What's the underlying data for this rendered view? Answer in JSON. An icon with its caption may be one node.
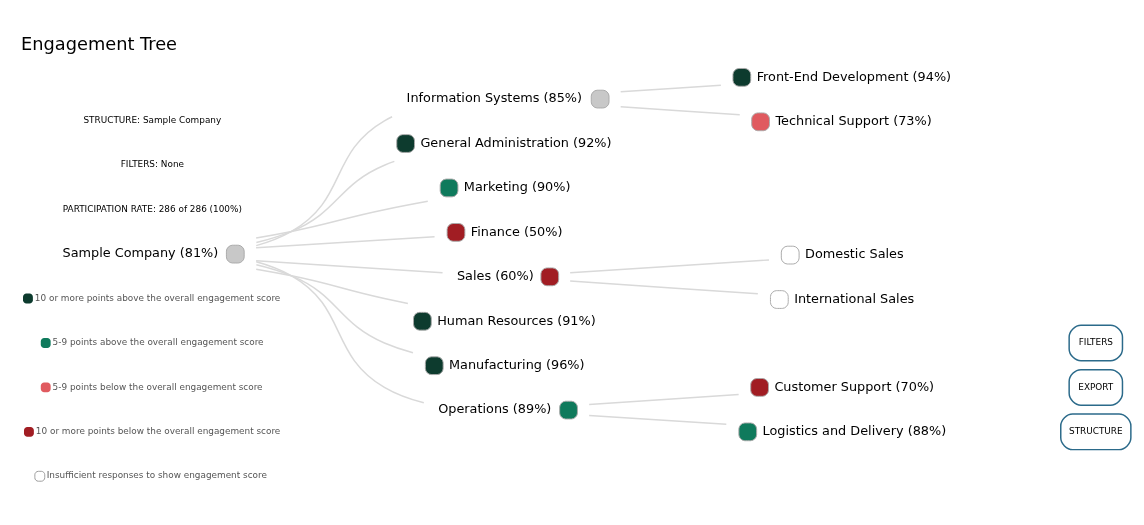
{
  "diagram": {
    "title": "Engagement Tree",
    "nodes": [
      {
        "text": [
          "Sample Company (81%)"
        ]
      },
      {
        "text": [
          "Information Systems (85%)"
        ]
      },
      {
        "text": [
          "General Administration (92%)"
        ]
      },
      {
        "text": [
          "Marketing (90%)"
        ]
      },
      {
        "text": [
          "Finance (50%)"
        ]
      },
      {
        "text": [
          "Sales (60%)"
        ]
      },
      {
        "text": [
          "Human Resources (91%)"
        ]
      },
      {
        "text": [
          "Manufacturing (96%)"
        ]
      },
      {
        "text": [
          "Operations (89%)"
        ]
      },
      {
        "text": [
          "Front-End Development (94%)"
        ]
      },
      {
        "text": [
          "Technical Support (73%)"
        ]
      },
      {
        "text": [
          "Domestic Sales"
        ]
      },
      {
        "text": [
          "International Sales"
        ]
      },
      {
        "text": [
          "Customer Support (70%)"
        ]
      },
      {
        "text": [
          "Logistics and Delivery (88%)"
        ]
      }
    ],
    "edges": [
      {
        "from": 0,
        "to": 1,
        "arrow": "none"
      },
      {
        "from": 0,
        "to": 2,
        "arrow": "none"
      },
      {
        "from": 0,
        "to": 3,
        "arrow": "none"
      },
      {
        "from": 0,
        "to": 4,
        "arrow": "none"
      },
      {
        "from": 0,
        "to": 5,
        "arrow": "none"
      },
      {
        "from": 0,
        "to": 6,
        "arrow": "none"
      },
      {
        "from": 0,
        "to": 7,
        "arrow": "none"
      },
      {
        "from": 0,
        "to": 8,
        "arrow": "none"
      },
      {
        "from": 1,
        "to": 9,
        "arrow": "none"
      },
      {
        "from": 1,
        "to": 10,
        "arrow": "none"
      },
      {
        "from": 5,
        "to": 11,
        "arrow": "none"
      },
      {
        "from": 5,
        "to": 12,
        "arrow": "none"
      },
      {
        "from": 8,
        "to": 13,
        "arrow": "none"
      },
      {
        "from": 8,
        "to": 14,
        "arrow": "none"
      }
    ],
    "labels": [
      "STRUCTURE: Sample Company",
      "FILTERS: None",
      "PARTICIPATION RATE: 286 of 286 (100%)",
      "STRUCTURE",
      "FILTERS",
      "EXPORT"
    ],
    "legend": [
      {
        "text": "10 or more points above the overall engagement score",
        "color": "#0d3b2e"
      },
      {
        "text": "5-9 points above the overall engagement score",
        "color": "#0f7a5c"
      },
      {
        "text": "5-9 points below the overall engagement score",
        "color": "#e05a5f"
      },
      {
        "text": "10 or more points below the overall engagement score",
        "color": "#a11d23"
      },
      {
        "text": "Insufficient responses to show engagement score"
      }
    ]
  }
}
